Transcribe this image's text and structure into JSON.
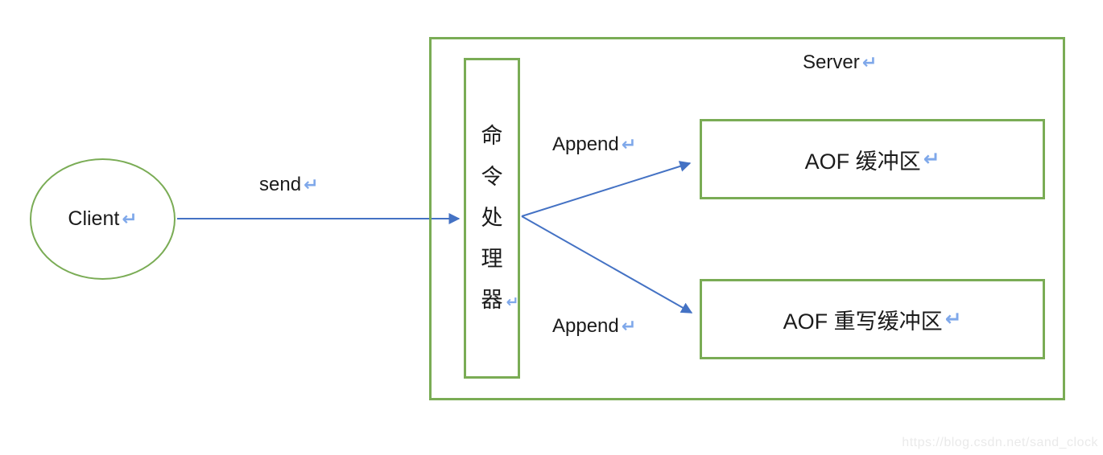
{
  "glyphs": {
    "return_mark": "↵"
  },
  "colors": {
    "shape_green": "#7aac55",
    "arrow_blue": "#4472c4",
    "return_blue": "#7fa8ea",
    "text_black": "#1b1b1b",
    "watermark_gray": "#eaeaea"
  },
  "diagram": {
    "client": {
      "label": "Client"
    },
    "send_label": "send",
    "server": {
      "label": "Server"
    },
    "processor": {
      "chars": [
        "命",
        "令",
        "处",
        "理",
        "器"
      ]
    },
    "append_top_label": "Append",
    "append_bottom_label": "Append",
    "aof_buffer": {
      "label": "AOF 缓冲区"
    },
    "aof_rewrite_buffer": {
      "label": "AOF 重写缓冲区"
    }
  },
  "watermark": "https://blog.csdn.net/sand_clock"
}
